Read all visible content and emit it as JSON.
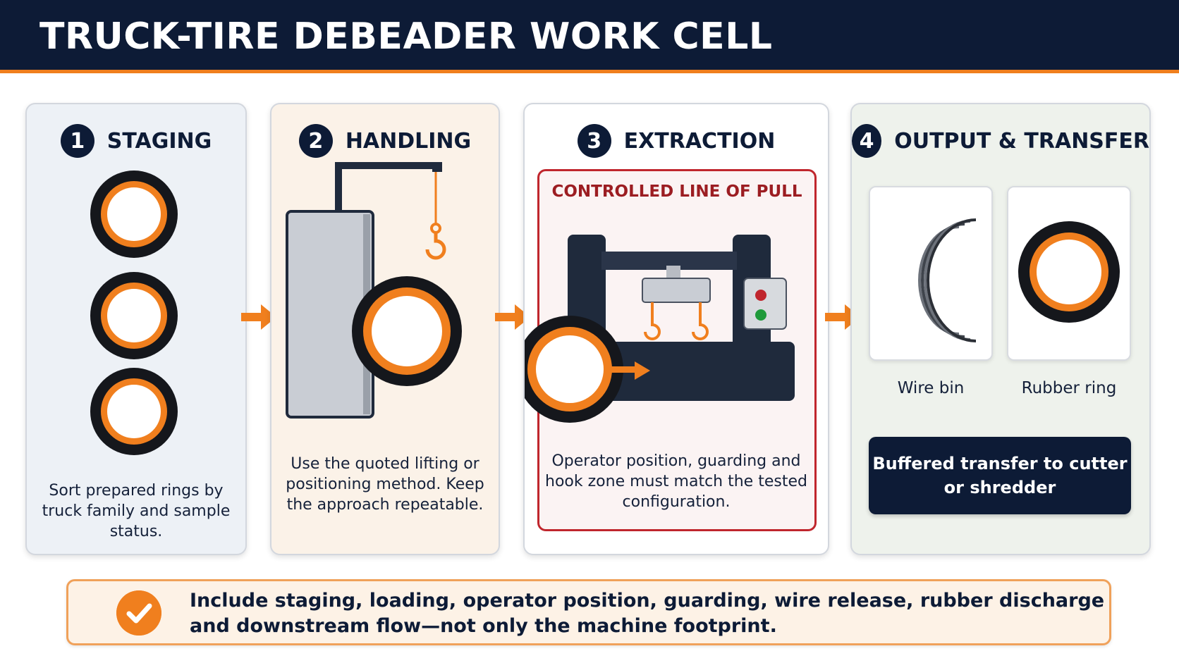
{
  "title": "TRUCK-TIRE DEBEADER WORK CELL",
  "steps": [
    {
      "number": "1",
      "title": "STAGING",
      "description": "Sort prepared rings by truck family and sample status."
    },
    {
      "number": "2",
      "title": "HANDLING",
      "description": "Use the quoted lifting or positioning method. Keep the approach repeatable."
    },
    {
      "number": "3",
      "title": "EXTRACTION",
      "callout": "CONTROLLED LINE OF PULL",
      "description": "Operator position, guarding and hook zone must match the tested configuration."
    },
    {
      "number": "4",
      "title": "OUTPUT & TRANSFER",
      "outputs": [
        "Wire bin",
        "Rubber ring"
      ],
      "transfer": "Buffered transfer to cutter or shredder"
    }
  ],
  "note": {
    "line1": "Include staging, loading, operator position, guarding, wire release, rubber discharge",
    "line2": "and downstream flow—not only the machine footprint."
  },
  "colors": {
    "navy": "#0d1b36",
    "orange": "#f07f1e",
    "red": "#c0262d"
  },
  "icons": [
    "tire-icon",
    "hoist-icon",
    "hook-icon",
    "debeader-machine-icon",
    "wire-bundle-icon",
    "checkmark-icon",
    "arrow-right-icon"
  ]
}
